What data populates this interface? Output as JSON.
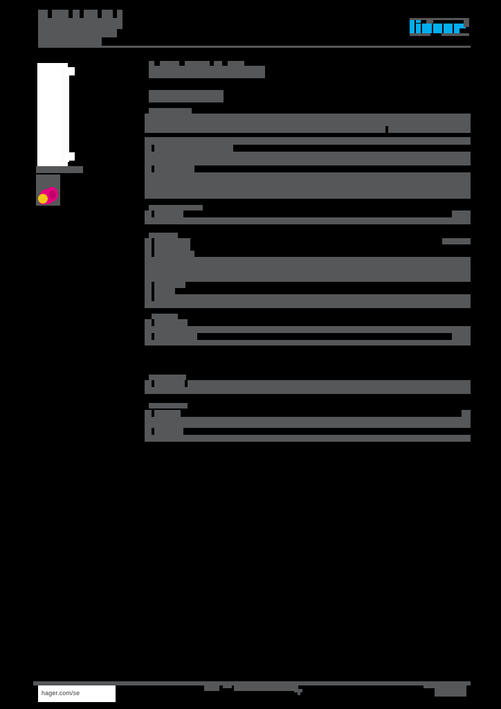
{
  "document": {
    "kind": "product-datasheet",
    "brand": "hager",
    "redacted": true,
    "page_background": "#000000",
    "redaction_color": "#555759",
    "accent_color": "#00aeef",
    "badge_pink": "#e5007e",
    "badge_yellow": "#f5c518"
  },
  "header": {
    "title_text": "",
    "title_redacted": true,
    "logo_alt": "hager",
    "rule_color": "#555759"
  },
  "left_column": {
    "product_image_alt": "product-photo",
    "product_color": "#ffffff",
    "thumbnail_caption": "",
    "thumbnail_caption_redacted": true,
    "badge_alt": "eco-label-badge"
  },
  "main": {
    "heading": "",
    "subheading": "",
    "sections": [
      {
        "title": "",
        "rows": [
          {
            "label": "",
            "value": ""
          }
        ]
      },
      {
        "title": "",
        "rows": [
          {
            "label": "",
            "value": ""
          },
          {
            "label": "",
            "value": ""
          },
          {
            "label": "",
            "value": ""
          }
        ]
      },
      {
        "title": "",
        "rows": [
          {
            "label": "",
            "value": ""
          }
        ]
      },
      {
        "title": "",
        "rows": [
          {
            "label": "",
            "value": ""
          },
          {
            "label": "",
            "value": ""
          },
          {
            "label": "",
            "value": ""
          },
          {
            "label": "",
            "value": ""
          }
        ]
      },
      {
        "title": "",
        "rows": [
          {
            "label": "",
            "value": ""
          },
          {
            "label": "",
            "value": ""
          }
        ]
      },
      {
        "title": "",
        "rows": [
          {
            "label": "",
            "value": ""
          }
        ]
      },
      {
        "title": "",
        "rows": [
          {
            "label": "",
            "value": ""
          },
          {
            "label": "",
            "value": ""
          }
        ]
      },
      {
        "title": "",
        "rows": [
          {
            "label": "",
            "value": ""
          },
          {
            "label": "",
            "value": ""
          },
          {
            "label": "",
            "value": ""
          }
        ]
      }
    ]
  },
  "footer": {
    "url": "hager.com/se",
    "center_text": "",
    "center_redacted": true,
    "right_text": "",
    "right_redacted": true
  }
}
